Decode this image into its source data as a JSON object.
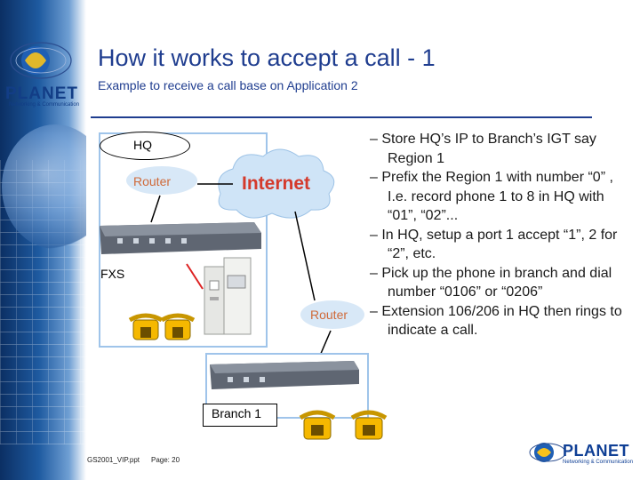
{
  "slide": {
    "title": "How it works to accept a call - 1",
    "subtitle": "Example to receive a call base on Application 2"
  },
  "logo": {
    "brand": "PLANET",
    "tagline": "Networking & Communication"
  },
  "diagram": {
    "hq": "HQ",
    "router_top": "Router",
    "internet": "Internet",
    "fxs": "FXS",
    "router_bottom": "Router",
    "branch": "Branch 1"
  },
  "bullets": [
    "– Store HQ’s IP to Branch’s IGT say Region 1",
    "– Prefix the Region 1 with number “0” , I.e. record phone 1 to 8 in HQ with “01”, “02”...",
    "– In HQ, setup a port 1 accept “1”, 2 for “2”, etc.",
    "– Pick up the phone in branch and dial number “0106” or “0206”",
    "– Extension 106/206 in HQ then rings to indicate a call."
  ],
  "footer": {
    "file": "GS2001_VIP.ppt",
    "page": "Page: 20"
  },
  "colors": {
    "title": "#1f3d8f",
    "router_text": "#cf6a3a",
    "internet_text": "#d43a2c",
    "phone": "#f5b800"
  }
}
